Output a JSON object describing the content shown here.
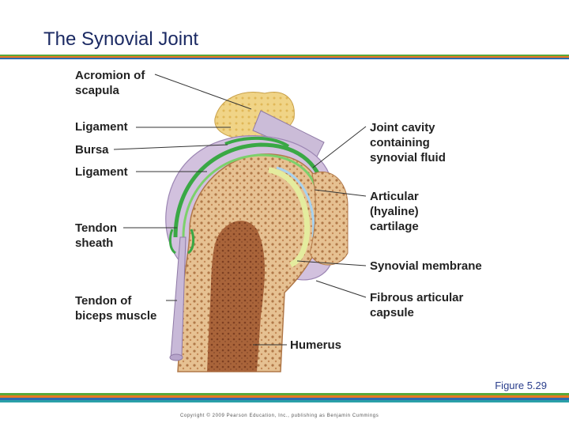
{
  "title": "The Synovial Joint",
  "labels": {
    "acromion": "Acromion of scapula",
    "ligament_top": "Ligament",
    "bursa": "Bursa",
    "ligament_bottom": "Ligament",
    "tendon_sheath": "Tendon sheath",
    "tendon_biceps": "Tendon of biceps muscle",
    "joint_cavity": "Joint cavity containing synovial fluid",
    "articular_cartilage": "Articular (hyaline) cartilage",
    "synovial_membrane": "Synovial membrane",
    "fibrous_capsule": "Fibrous articular capsule",
    "humerus": "Humerus"
  },
  "label_lines": {
    "acromion": [
      "Acromion of",
      "scapula"
    ],
    "tendon_sheath": [
      "Tendon",
      "sheath"
    ],
    "tendon_biceps": [
      "Tendon of",
      "biceps muscle"
    ],
    "joint_cavity": [
      "Joint cavity",
      "containing",
      "synovial fluid"
    ],
    "articular_cartilage": [
      "Articular",
      "(hyaline)",
      "cartilage"
    ],
    "fibrous_capsule": [
      "Fibrous articular",
      "capsule"
    ]
  },
  "figure_label": "Figure 5.29",
  "copyright": "Copyright © 2009 Pearson Education, Inc., publishing as Benjamin Cummings",
  "colors": {
    "title": "#1b2a63",
    "stripe_green": "#5aa83a",
    "stripe_orange": "#e87722",
    "stripe_blue": "#2b6cb0",
    "stripe_teal": "#2aa0a8",
    "bone": "#e9c99a",
    "marrow": "#b06a3a",
    "capsule": "#c9b6d6",
    "membrane": "#3aa845",
    "cartilage": "#dfe8a0",
    "cavity": "#b3d7ef",
    "acromion": "#efd07e"
  }
}
